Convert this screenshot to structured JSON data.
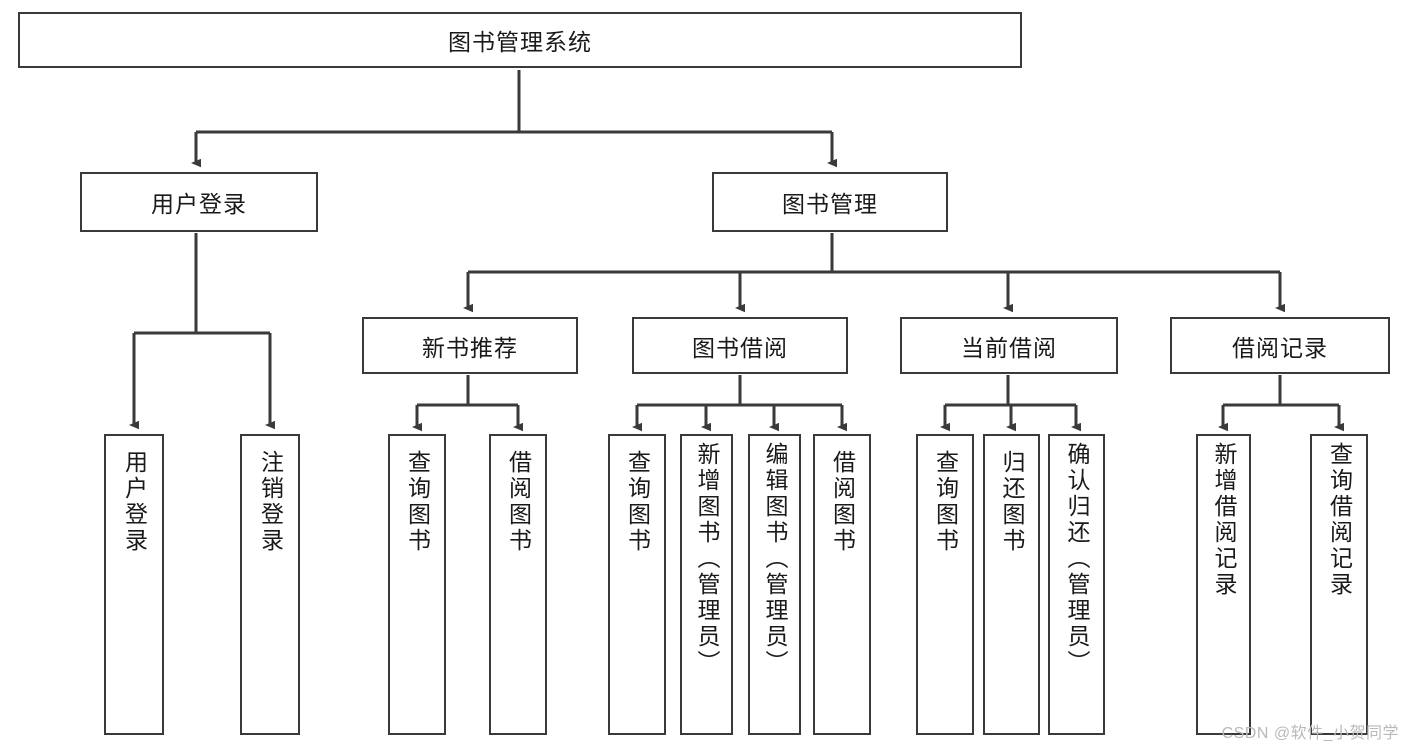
{
  "diagram": {
    "title": "图书管理系统",
    "type": "tree",
    "colors": {
      "stroke": "#3a3a3a",
      "fill": "#ffffff",
      "text": "#1a1a1a",
      "watermark": "#b9b9b9"
    },
    "root": {
      "label": "图书管理系统"
    },
    "level2": [
      {
        "label": "用户登录"
      },
      {
        "label": "图书管理"
      }
    ],
    "level3": [
      {
        "label": "新书推荐"
      },
      {
        "label": "图书借阅"
      },
      {
        "label": "当前借阅"
      },
      {
        "label": "借阅记录"
      }
    ],
    "leaves": {
      "user_login": [
        {
          "label": "用户登录"
        },
        {
          "label": "注销登录"
        }
      ],
      "new_book": [
        {
          "label": "查询图书"
        },
        {
          "label": "借阅图书"
        }
      ],
      "borrow_book": [
        {
          "label": "查询图书"
        },
        {
          "label": "新增图书（管理员）"
        },
        {
          "label": "编辑图书（管理员）"
        },
        {
          "label": "借阅图书"
        }
      ],
      "current_borrow": [
        {
          "label": "查询图书"
        },
        {
          "label": "归还图书"
        },
        {
          "label": "确认归还（管理员）"
        }
      ],
      "borrow_record": [
        {
          "label": "新增借阅记录"
        },
        {
          "label": "查询借阅记录"
        }
      ]
    },
    "watermark": "CSDN @软件_小贺同学"
  }
}
